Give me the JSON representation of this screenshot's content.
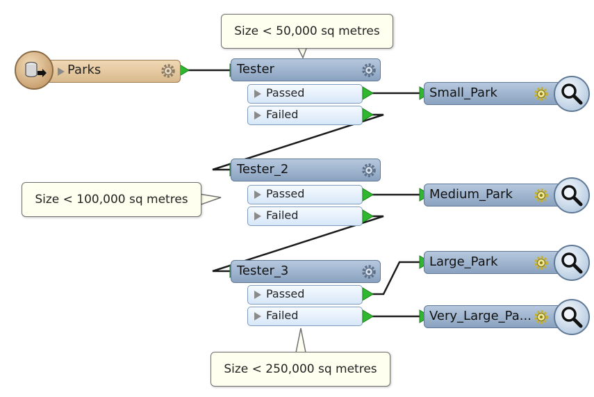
{
  "notes": {
    "note1": "Size < 50,000 sq metres",
    "note2": "Size < 100,000 sq metres",
    "note3": "Size < 250,000 sq metres"
  },
  "reader": {
    "label": "Parks",
    "icon": "database-reader-icon"
  },
  "transformers": [
    {
      "title": "Tester",
      "passed": "Passed",
      "failed": "Failed"
    },
    {
      "title": "Tester_2",
      "passed": "Passed",
      "failed": "Failed"
    },
    {
      "title": "Tester_3",
      "passed": "Passed",
      "failed": "Failed"
    }
  ],
  "inspectors": [
    {
      "label": "Small_Park"
    },
    {
      "label": "Medium_Park"
    },
    {
      "label": "Large_Park"
    },
    {
      "label": "Very_Large_Pa..."
    }
  ],
  "colors": {
    "connection": "#1a1a1a",
    "port_arrow": "#2fb82f",
    "transformer": "#8aa2c0",
    "reader": "#d9b98d",
    "note": "#fffff0"
  }
}
